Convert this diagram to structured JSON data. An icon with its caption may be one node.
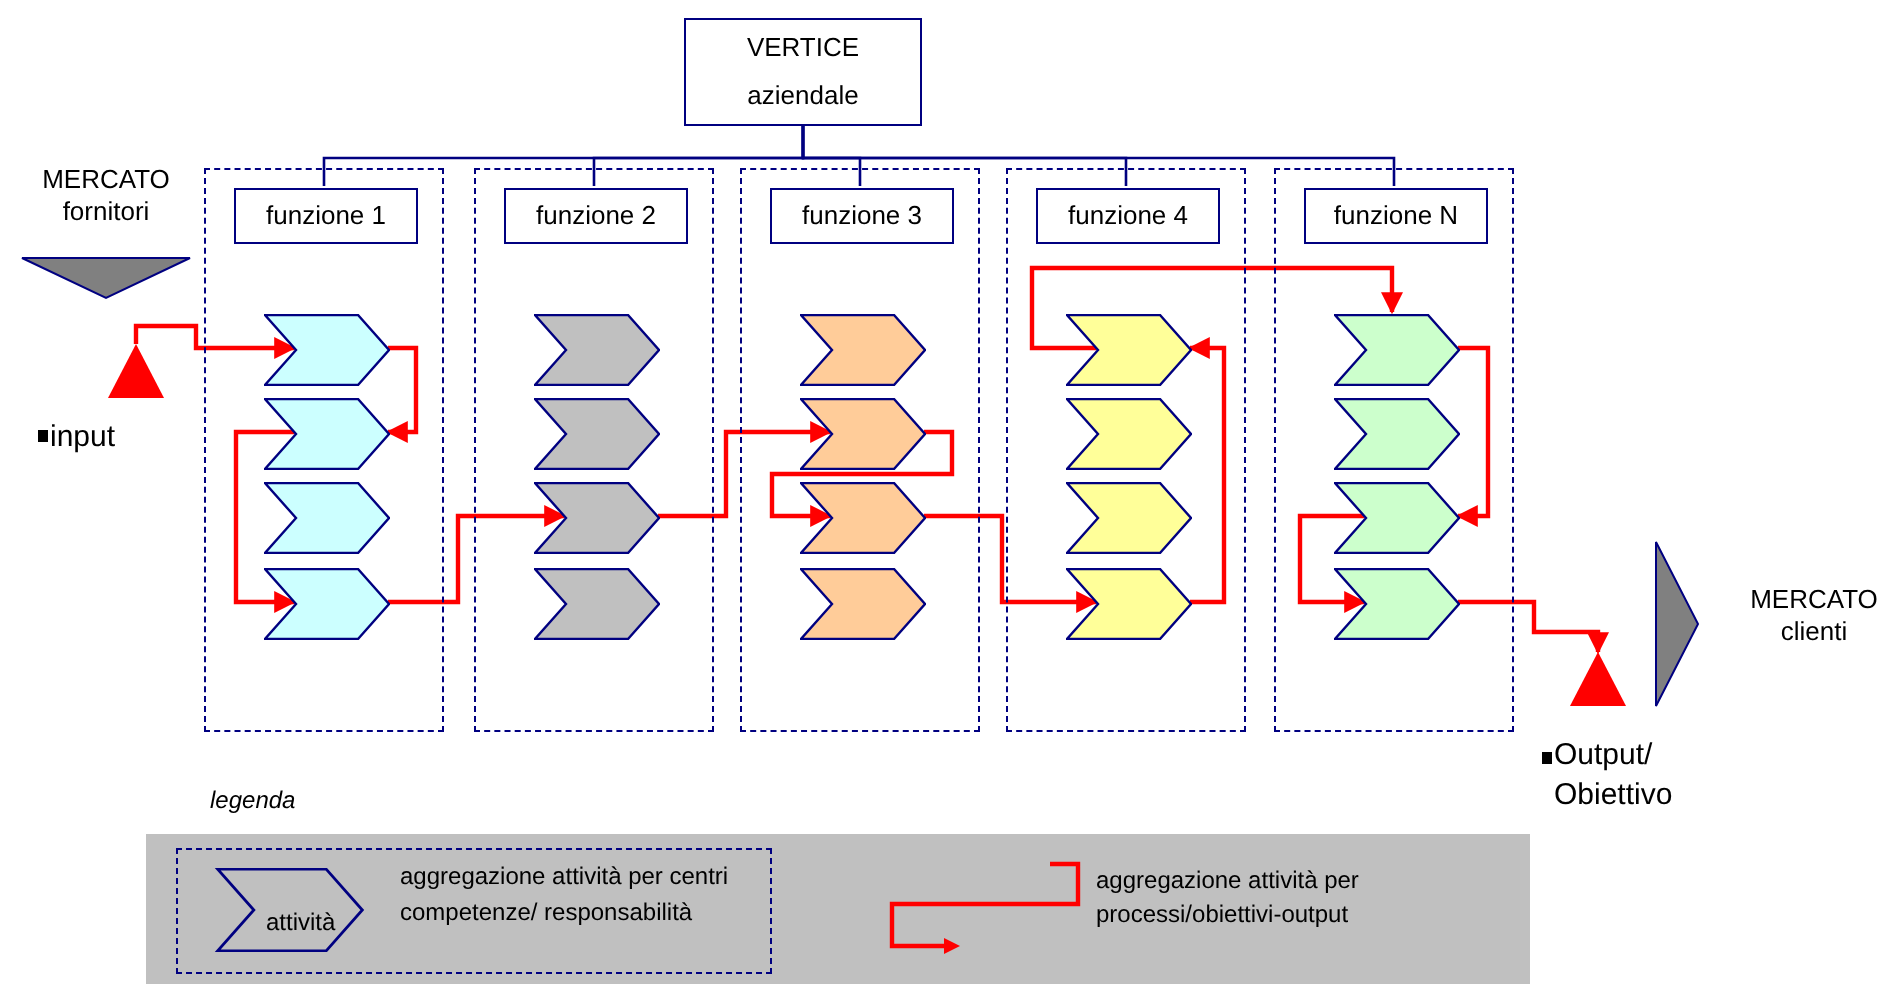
{
  "diagram": {
    "nodes": [
      {
        "text": [
          "VERTICE aziendale"
        ]
      },
      {
        "text": [
          "MERCATO fornitori"
        ]
      },
      {
        "text": [],
        "shape": "box"
      },
      {
        "text": [
          "funzione 1"
        ],
        "in": 2
      },
      {
        "text": [],
        "shape": "chevron",
        "in": 2
      },
      {
        "text": [],
        "shape": "chevron",
        "in": 2
      },
      {
        "text": [],
        "shape": "chevron",
        "in": 2
      },
      {
        "text": [],
        "shape": "chevron",
        "in": 2
      },
      {
        "text": [],
        "shape": "box"
      },
      {
        "text": [
          "funzione 2"
        ],
        "in": 8
      },
      {
        "text": [],
        "shape": "chevron",
        "in": 8
      },
      {
        "text": [],
        "shape": "chevron",
        "in": 8
      },
      {
        "text": [],
        "shape": "chevron",
        "in": 8
      },
      {
        "text": [],
        "shape": "chevron",
        "in": 8
      },
      {
        "text": [],
        "shape": "box"
      },
      {
        "text": [
          "funzione 3"
        ],
        "in": 14
      },
      {
        "text": [],
        "shape": "chevron",
        "in": 14
      },
      {
        "text": [],
        "shape": "chevron",
        "in": 14
      },
      {
        "text": [],
        "shape": "chevron",
        "in": 14
      },
      {
        "text": [],
        "shape": "chevron",
        "in": 14
      },
      {
        "text": [],
        "shape": "box"
      },
      {
        "text": [
          "funzione 4"
        ],
        "in": 20
      },
      {
        "text": [],
        "shape": "chevron",
        "in": 20
      },
      {
        "text": [],
        "shape": "chevron",
        "in": 20
      },
      {
        "text": [],
        "shape": "chevron",
        "in": 20
      },
      {
        "text": [],
        "shape": "chevron",
        "in": 20
      },
      {
        "text": [],
        "shape": "box"
      },
      {
        "text": [
          "funzione N"
        ],
        "in": 26
      },
      {
        "text": [],
        "shape": "chevron",
        "in": 26
      },
      {
        "text": [],
        "shape": "chevron",
        "in": 26
      },
      {
        "text": [],
        "shape": "chevron",
        "in": 26
      },
      {
        "text": [],
        "shape": "chevron",
        "in": 26
      },
      {
        "text": [
          "MERCATO clienti"
        ]
      },
      {
        "text": [],
        "shape": "triangle"
      },
      {
        "text": [],
        "shape": "triangle"
      }
    ],
    "edges": [
      {
        "from": 0,
        "to": 3,
        "arrow": "none",
        "color": "#000080"
      },
      {
        "from": 0,
        "to": 9,
        "arrow": "none",
        "color": "#000080"
      },
      {
        "from": 0,
        "to": 15,
        "arrow": "none",
        "color": "#000080"
      },
      {
        "from": 0,
        "to": 21,
        "arrow": "none",
        "color": "#000080"
      },
      {
        "from": 0,
        "to": 27,
        "arrow": "none",
        "color": "#000080"
      },
      {
        "from": 33,
        "to": 4,
        "arrow": "to"
      },
      {
        "from": 4,
        "to": 5,
        "arrow": "to"
      },
      {
        "from": 5,
        "to": 7,
        "arrow": "to"
      },
      {
        "from": 7,
        "to": 12,
        "arrow": "to"
      },
      {
        "from": 12,
        "to": 17,
        "arrow": "to"
      },
      {
        "from": 17,
        "to": 18,
        "arrow": "to"
      },
      {
        "from": 18,
        "to": 25,
        "arrow": "to"
      },
      {
        "from": 25,
        "to": 22,
        "arrow": "to"
      },
      {
        "from": 22,
        "to": 28,
        "arrow": "to"
      },
      {
        "from": 28,
        "to": 30,
        "arrow": "to"
      },
      {
        "from": 30,
        "to": 31,
        "arrow": "to"
      },
      {
        "from": 31,
        "to": 34,
        "arrow": "to"
      }
    ],
    "labels": [
      "input",
      "Output/ Obiettivo",
      "legenda",
      "attività"
    ],
    "legend": [
      {
        "text": "aggregazione attività per centri competenze/ responsabilità"
      },
      {
        "text": "aggregazione attività per processi/obiettivi-output"
      }
    ]
  }
}
